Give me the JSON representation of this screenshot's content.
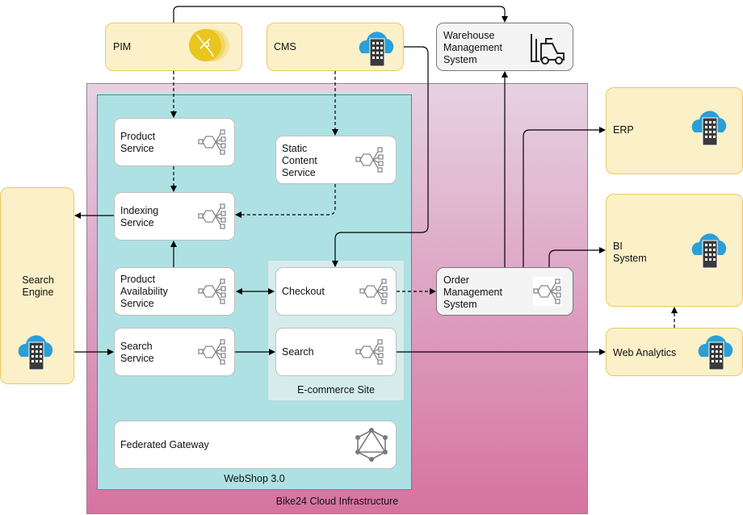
{
  "groups": {
    "cloud": "Bike24 Cloud Infrastructure",
    "webshop": "WebShop 3.0",
    "ecommerce": "E-commerce Site"
  },
  "external": {
    "pim": "PIM",
    "cms": "CMS",
    "warehouse": "Warehouse\nManagement\nSystem",
    "erp": "ERP",
    "bi": "BI\nSystem",
    "web_analytics": "Web Analytics",
    "search_engine": "Search\nEngine"
  },
  "services": {
    "product": "Product\nService",
    "static_content": "Static\nContent\nService",
    "indexing": "Indexing\nService",
    "product_availability": "Product\nAvailability\nService",
    "checkout": "Checkout",
    "search_service": "Search\nService",
    "search": "Search",
    "order_management": "Order\nManagement\nSystem",
    "federated_gateway": "Federated Gateway"
  },
  "colors": {
    "external_fill": "#fbf0c8",
    "external_border": "#e9c866",
    "webshop_fill": "#aee1e3",
    "cloud_gradient_bottom": "#d673a0",
    "cloud_icon": "#1f9ad6"
  },
  "icons": {
    "pim": "pim-icon",
    "cloud_building": "cloud-building-icon",
    "forklift": "forklift-icon",
    "microservice": "microservice-icon",
    "graphql": "graphql-icon"
  }
}
